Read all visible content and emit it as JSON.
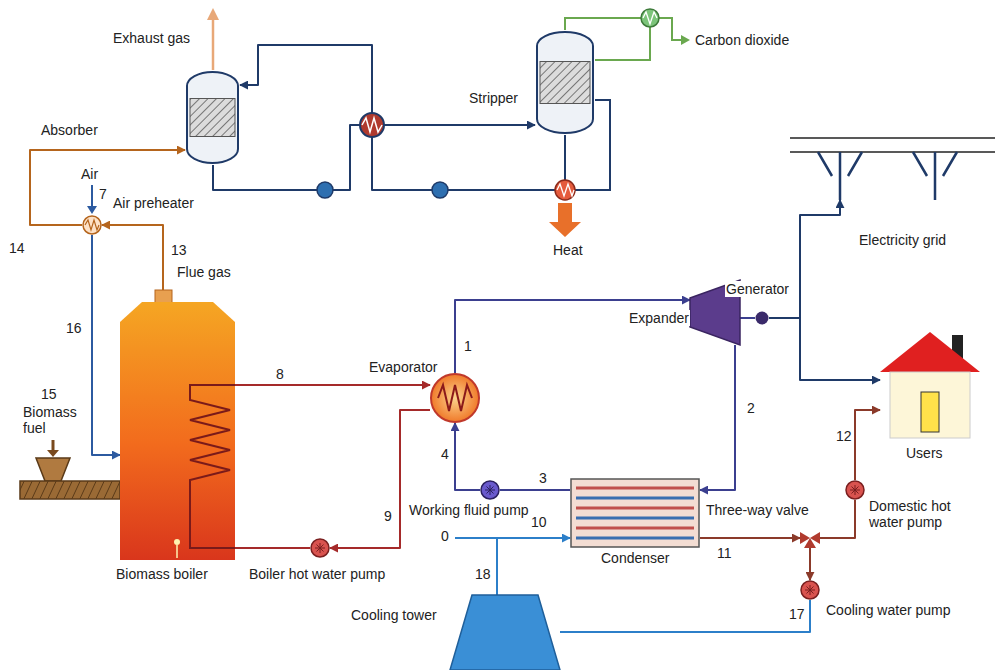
{
  "diagram": {
    "nodes": [
      {
        "text": [
          "Absorber"
        ]
      },
      {
        "text": [
          "Stripper"
        ]
      },
      {
        "text": [
          "Air preheater"
        ]
      },
      {
        "text": [
          "Biomass boiler"
        ]
      },
      {
        "text": [
          "Evaporator"
        ]
      },
      {
        "text": [
          "Expander"
        ]
      },
      {
        "text": [
          "Generator"
        ]
      },
      {
        "text": [
          "Electricity grid"
        ]
      },
      {
        "text": [
          "Users"
        ]
      },
      {
        "text": [
          "Working fluid pump"
        ]
      },
      {
        "text": [
          "Condenser"
        ]
      },
      {
        "text": [
          "Boiler hot water pump"
        ]
      },
      {
        "text": [
          "Three-way valve"
        ]
      },
      {
        "text": [
          "Domestic hot water pump"
        ]
      },
      {
        "text": [
          "Cooling water pump"
        ]
      },
      {
        "text": [
          "Cooling tower"
        ]
      }
    ],
    "edges": [
      {
        "from": 2,
        "to": 0,
        "arrow": "to"
      },
      {
        "from": 3,
        "to": 2,
        "arrow": "to"
      },
      {
        "from": 2,
        "to": 3,
        "arrow": "to"
      },
      {
        "from": 0,
        "to": 1,
        "arrow": "to"
      },
      {
        "from": 1,
        "to": 0,
        "arrow": "to"
      },
      {
        "from": 3,
        "to": 4,
        "arrow": "to"
      },
      {
        "from": 4,
        "to": 11,
        "arrow": "to"
      },
      {
        "from": 11,
        "to": 3,
        "arrow": "none"
      },
      {
        "from": 4,
        "to": 5,
        "arrow": "to"
      },
      {
        "from": 5,
        "to": 10,
        "arrow": "to"
      },
      {
        "from": 10,
        "to": 9,
        "arrow": "none"
      },
      {
        "from": 9,
        "to": 4,
        "arrow": "to"
      },
      {
        "from": 5,
        "to": 6,
        "arrow": "none"
      },
      {
        "from": 6,
        "to": 7,
        "arrow": "to"
      },
      {
        "from": 6,
        "to": 8,
        "arrow": "to"
      },
      {
        "from": 10,
        "to": 12,
        "arrow": "to"
      },
      {
        "from": 12,
        "to": 13,
        "arrow": "none"
      },
      {
        "from": 13,
        "to": 8,
        "arrow": "to"
      },
      {
        "from": 12,
        "to": 14,
        "arrow": "to"
      },
      {
        "from": 14,
        "to": 15,
        "arrow": "none"
      },
      {
        "from": 15,
        "to": 10,
        "arrow": "to"
      }
    ],
    "labels": [
      "Exhaust gas",
      "Carbon dioxide",
      "Heat",
      "Air",
      "7",
      "14",
      "13",
      "Flue gas",
      "16",
      "15",
      "Biomass fuel",
      "8",
      "1",
      "2",
      "4",
      "3",
      "9",
      "0",
      "10",
      "18",
      "11",
      "12",
      "17"
    ]
  }
}
